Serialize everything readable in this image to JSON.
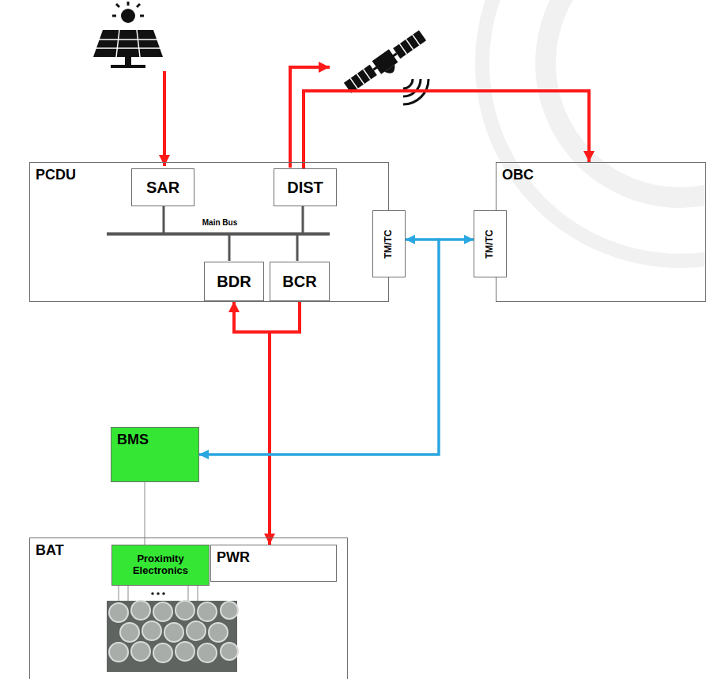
{
  "diagram": {
    "nodes": [
      {
        "text": [
          "PCDU"
        ]
      },
      {
        "text": [
          "SAR"
        ],
        "in": 0
      },
      {
        "text": [
          "DIST"
        ],
        "in": 0
      },
      {
        "text": [
          "BDR"
        ],
        "in": 0
      },
      {
        "text": [
          "BCR"
        ],
        "in": 0
      },
      {
        "text": [
          "TM/TC"
        ],
        "in": 0
      },
      {
        "text": [
          "OBC"
        ]
      },
      {
        "text": [
          "TM/TC"
        ],
        "in": 6
      },
      {
        "text": [
          "BMS"
        ]
      },
      {
        "text": [
          "BAT"
        ]
      },
      {
        "text": [
          "Proximity Electronics"
        ],
        "in": 9
      },
      {
        "text": [
          "PWR"
        ],
        "in": 9
      }
    ],
    "edges": [
      {
        "from": 2,
        "to": 6,
        "arrow": "to"
      },
      {
        "from": 4,
        "to": 11,
        "arrow": "to"
      },
      {
        "from": 11,
        "to": 3,
        "arrow": "to"
      },
      {
        "from": 5,
        "to": 7,
        "arrow": "both"
      },
      {
        "from": 5,
        "to": 8,
        "arrow": "to"
      },
      {
        "from": 7,
        "to": 8,
        "arrow": "to"
      },
      {
        "from": 8,
        "to": 10,
        "arrow": "none"
      }
    ],
    "labels": [
      "Main Bus"
    ]
  }
}
